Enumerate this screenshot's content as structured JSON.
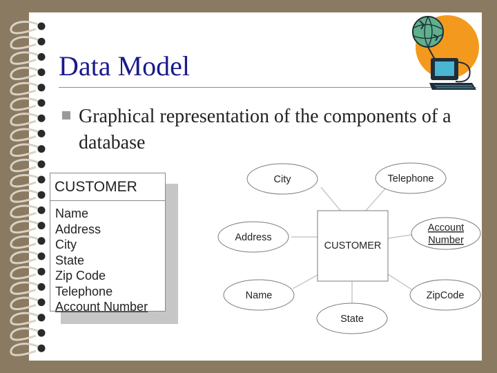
{
  "slide": {
    "title": "Data Model",
    "bullet": "Graphical representation of the components of a database"
  },
  "table": {
    "title": "CUSTOMER",
    "fields": [
      {
        "label": "Name",
        "key": false
      },
      {
        "label": "Address",
        "key": false
      },
      {
        "label": "City",
        "key": false
      },
      {
        "label": "State",
        "key": false
      },
      {
        "label": "Zip Code",
        "key": false
      },
      {
        "label": "Telephone",
        "key": false
      },
      {
        "label": "Account Number",
        "key": true
      }
    ]
  },
  "diagram": {
    "entity": "CUSTOMER",
    "attributes": {
      "city": "City",
      "telephone": "Telephone",
      "address": "Address",
      "account_line1": "Account",
      "account_line2": "Number",
      "name": "Name",
      "zipcode": "ZipCode",
      "state": "State"
    }
  },
  "colors": {
    "title": "#1a1a8c",
    "frame": "#8b7a62",
    "line": "#c8c8c8"
  }
}
